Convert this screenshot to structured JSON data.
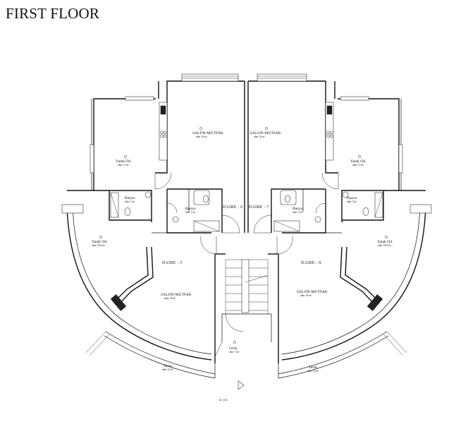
{
  "title": "FIRST FLOOR",
  "units": [
    {
      "id": "daire6",
      "label": "DAİRE : 6"
    },
    {
      "id": "daire7",
      "label": "DAİRE : 7"
    },
    {
      "id": "daire5",
      "label": "DAİRE : 5"
    },
    {
      "id": "daire8",
      "label": "DAİRE : 8"
    }
  ],
  "rooms": {
    "salon_mutfak_6": {
      "name": "SALON-MUTFAK",
      "area": "alan: 32 m²"
    },
    "salon_mutfak_7": {
      "name": "SALON-MUTFAK",
      "area": "alan: 32 m²"
    },
    "salon_mutfak_5": {
      "name": "SALON-MUTFAK",
      "area": "alan: 32 m²"
    },
    "salon_mutfak_8": {
      "name": "SALON-MUTFAK",
      "area": "alan: 32 m²"
    },
    "yatak_nw": {
      "name": "Yatak Od.",
      "area": "alan: 15 m²"
    },
    "yatak_ne": {
      "name": "Yatak Od.",
      "area": "alan: 15 m²"
    },
    "yatak_w": {
      "name": "Yatak Od.",
      "area": "alan: 18.6 m²"
    },
    "yatak_e": {
      "name": "Yatak Od.",
      "area": "alan: 18.6 m²"
    },
    "banyo_1": {
      "name": "Banyo",
      "area": "alan: 5 m²"
    },
    "banyo_2": {
      "name": "Banyo",
      "area": "alan: 5 m²"
    },
    "banyo_3": {
      "name": "Banyo",
      "area": "alan: 5 m²"
    },
    "banyo_4": {
      "name": "Banyo",
      "area": "alan: 5 m²"
    },
    "teras_w": {
      "name": "Teras",
      "area": "alan: 12 m²"
    },
    "teras_e": {
      "name": "Teras",
      "area": "alan: 12 m²"
    },
    "giris": {
      "name": "Giriş",
      "area": "alan: 5 m²"
    }
  },
  "entrance_note": "sk. yolu"
}
